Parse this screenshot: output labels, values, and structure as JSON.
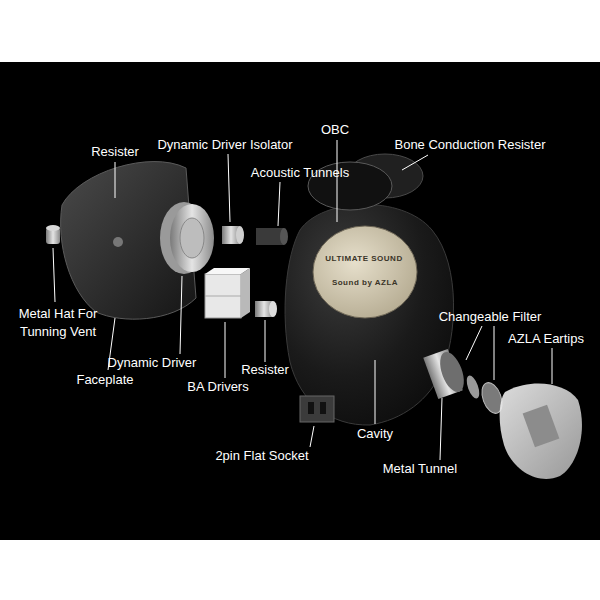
{
  "diagram": {
    "labels": [
      "Resister",
      "Dynamic Driver Isolator",
      "OBC",
      "Bone Conduction Resister",
      "Acoustic Tunnels",
      "Metal Hat For Tunning Vent",
      "Changeable Filter",
      "AZLA Eartips",
      "Dynamic Driver",
      "Faceplate",
      "Resister",
      "BA Drivers",
      "Cavity",
      "2pin Flat Socket",
      "Metal Tunnel",
      "ULTIMATE SOUND",
      "Sound by AZLA"
    ]
  }
}
